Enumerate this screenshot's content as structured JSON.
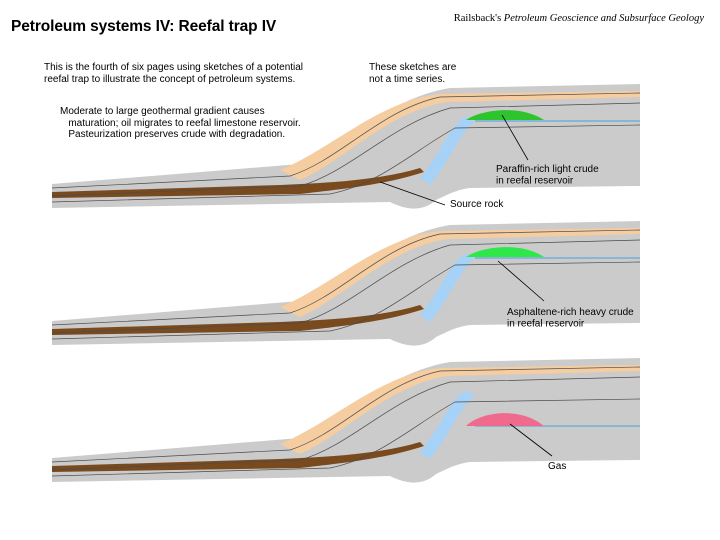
{
  "header": {
    "title": "Petroleum systems IV: Reefal trap IV",
    "source_prefix": "Railsback's ",
    "source_italic": "Petroleum Geoscience and Subsurface Geology"
  },
  "notes": {
    "intro": "This is the fourth of six pages using sketches of a potential\nreefal trap to illustrate the concept of petroleum systems.",
    "not_time_series": "These sketches are\nnot a time series.",
    "maturation": "Moderate to large geothermal gradient causes\n   maturation; oil migrates to reefal limestone reservoir.\n   Pasteurization preserves crude with degradation."
  },
  "panels": [
    {
      "reservoir_label": "Paraffin-rich light crude\n  in reefal reservoir",
      "source_label": "Source rock",
      "fill_color": "#2ec42e"
    },
    {
      "reservoir_label": "Asphaltene-rich heavy crude\n  in reefal reservoir",
      "fill_color": "#2ee84a"
    },
    {
      "reservoir_label": "Gas",
      "fill_color": "#f06a8e"
    }
  ],
  "colors": {
    "rock": "#cbcbcb",
    "sandstone": "#f5cda0",
    "source_rock": "#7a4a1f",
    "carrier": "#a6d2f7",
    "water_line": "#4aa2e0",
    "bedding": "#4a4a4a"
  }
}
